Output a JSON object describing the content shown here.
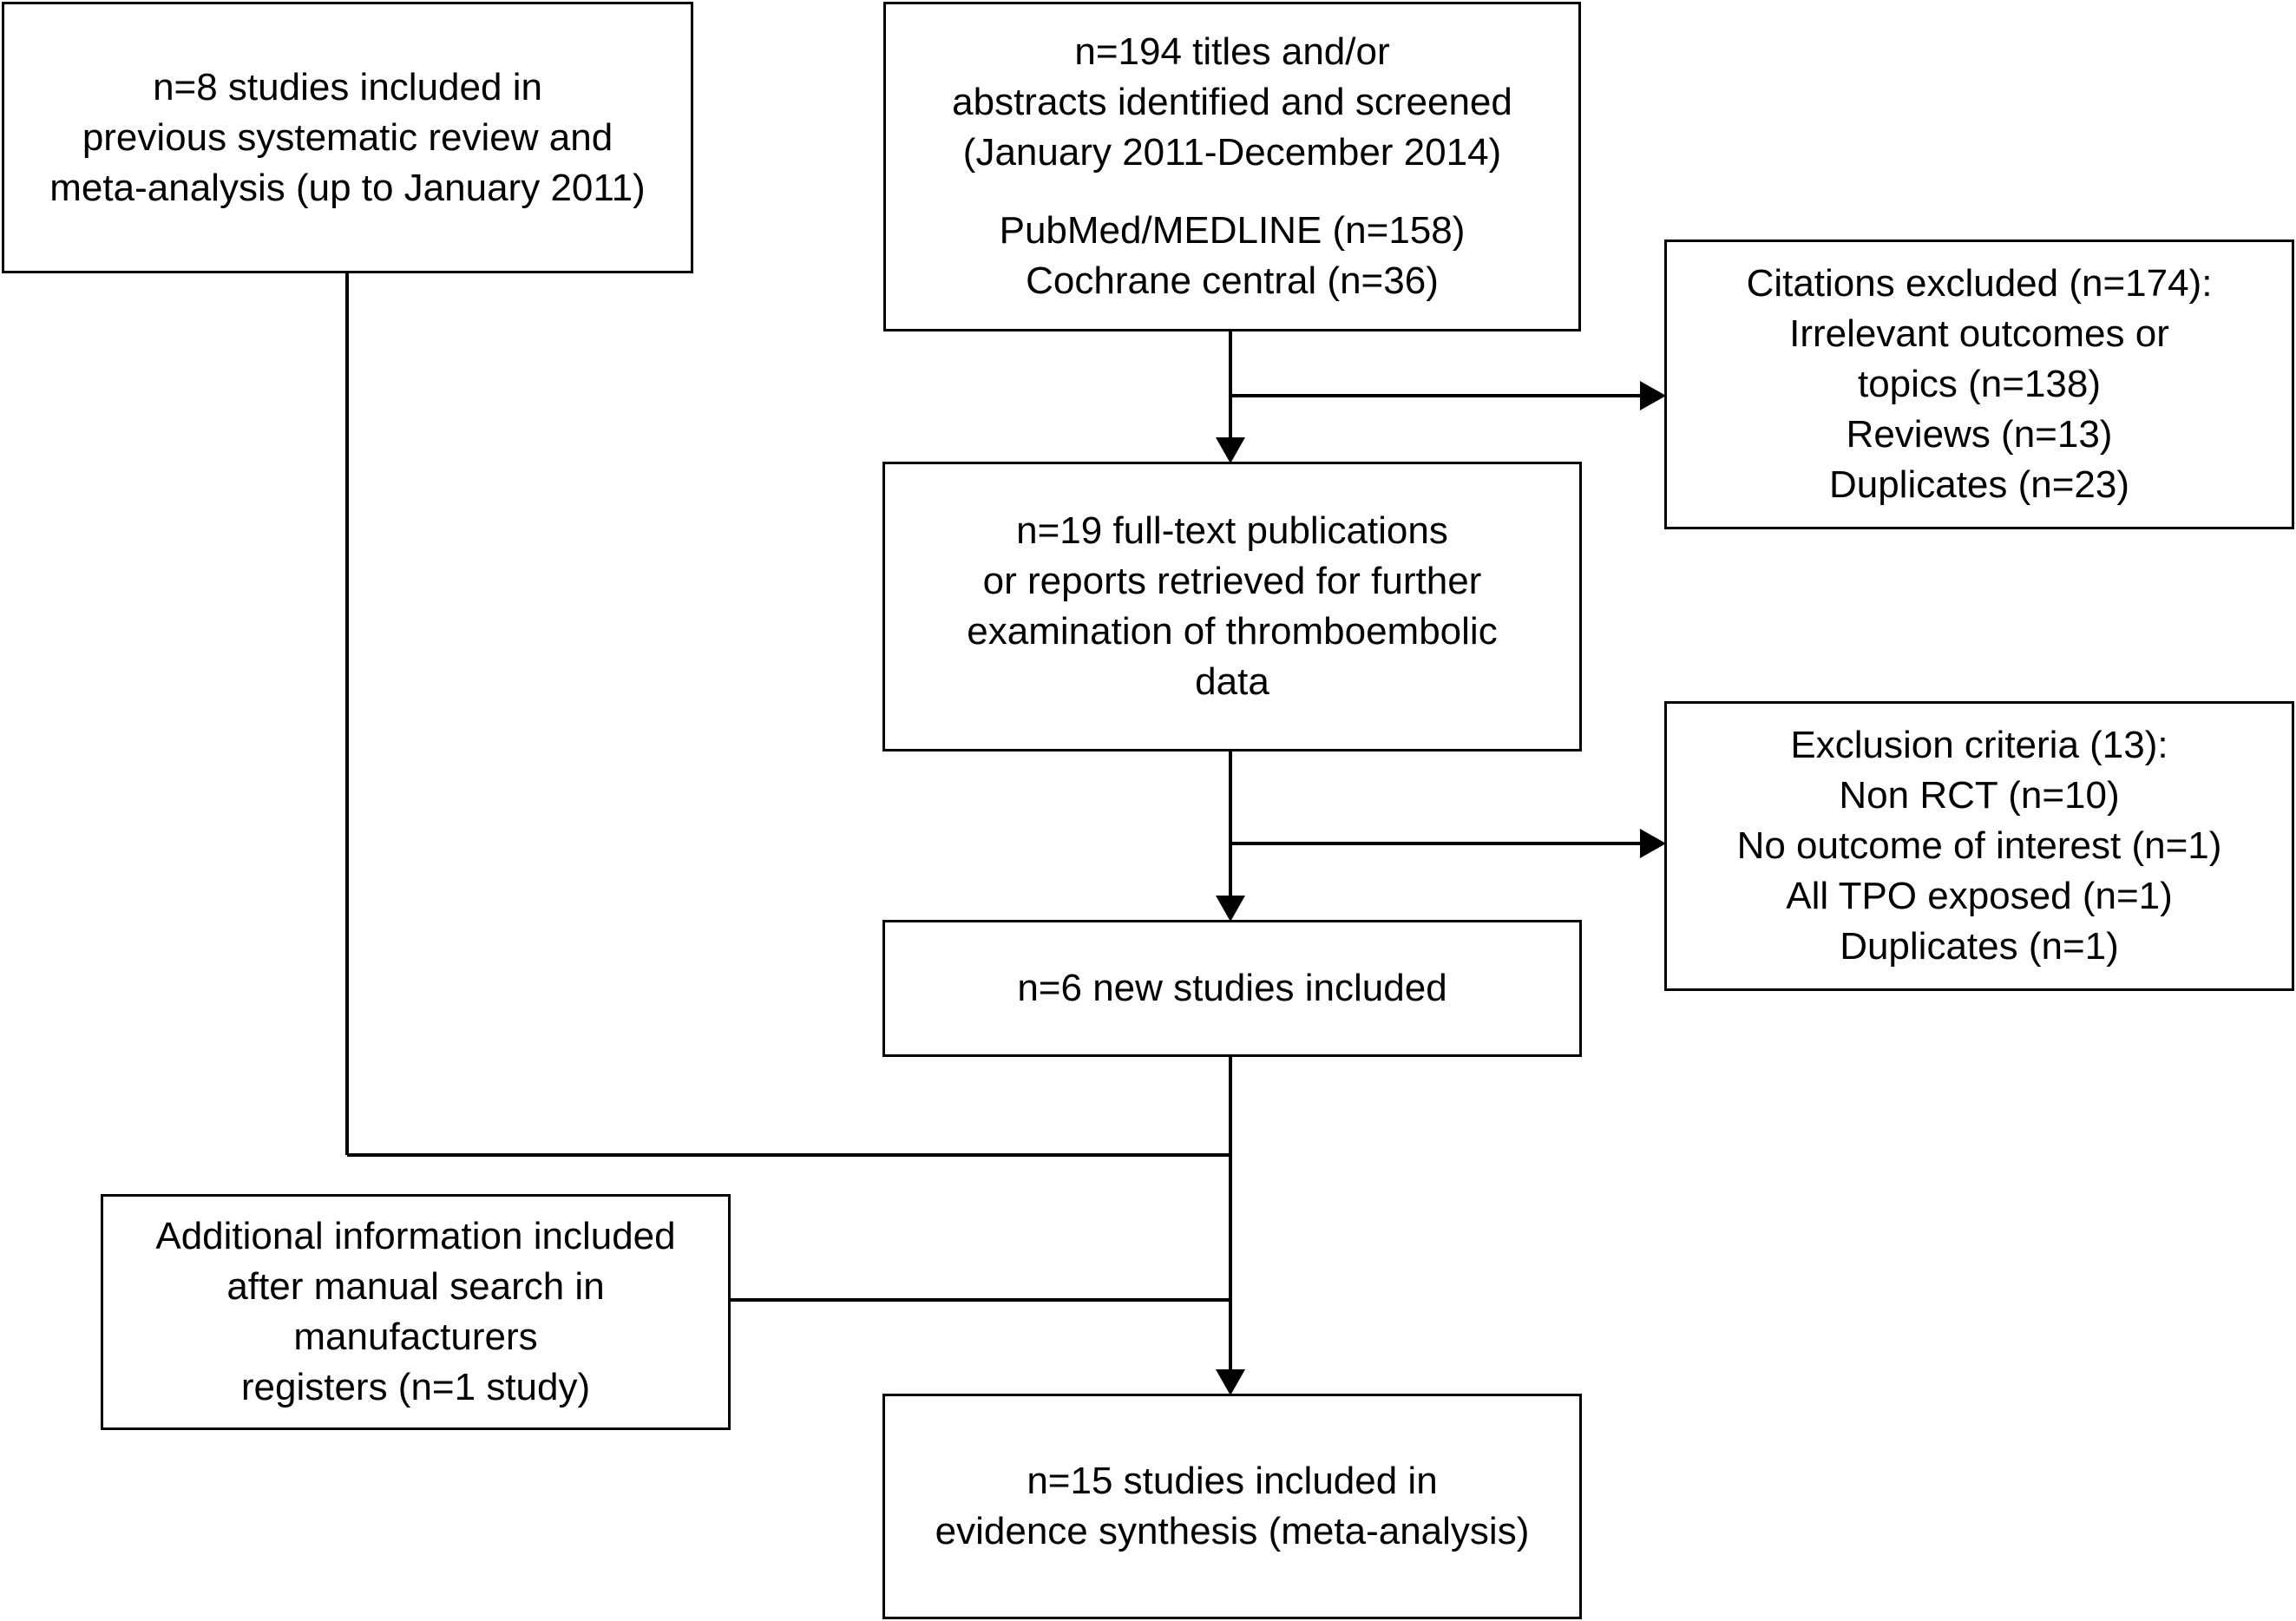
{
  "boxes": {
    "previous": {
      "lines": [
        "n=8 studies included in",
        "previous systematic review and",
        "meta-analysis (up to January 2011)"
      ]
    },
    "identified": {
      "lines": [
        "n=194 titles and/or",
        "abstracts identified and screened",
        "(January 2011-December 2014)"
      ],
      "sources": [
        "PubMed/MEDLINE (n=158)",
        "Cochrane central (n=36)"
      ]
    },
    "citations_excluded": {
      "lines": [
        "Citations excluded (n=174):",
        "Irrelevant outcomes or",
        "topics (n=138)",
        "Reviews (n=13)",
        "Duplicates (n=23)"
      ]
    },
    "full_text": {
      "lines": [
        "n=19 full-text publications",
        "or reports retrieved for further",
        "examination of thromboembolic",
        "data"
      ]
    },
    "exclusion_criteria": {
      "lines": [
        "Exclusion criteria (13):",
        "Non RCT (n=10)",
        "No outcome of interest (n=1)",
        "All TPO exposed (n=1)",
        "Duplicates (n=1)"
      ]
    },
    "new_studies": {
      "lines": [
        "n=6 new studies included"
      ]
    },
    "additional": {
      "lines": [
        "Additional information included",
        "after manual search in",
        "manufacturers",
        "registers (n=1 study)"
      ]
    },
    "final": {
      "lines": [
        "n=15 studies included in",
        "evidence synthesis (meta-analysis)"
      ]
    }
  }
}
